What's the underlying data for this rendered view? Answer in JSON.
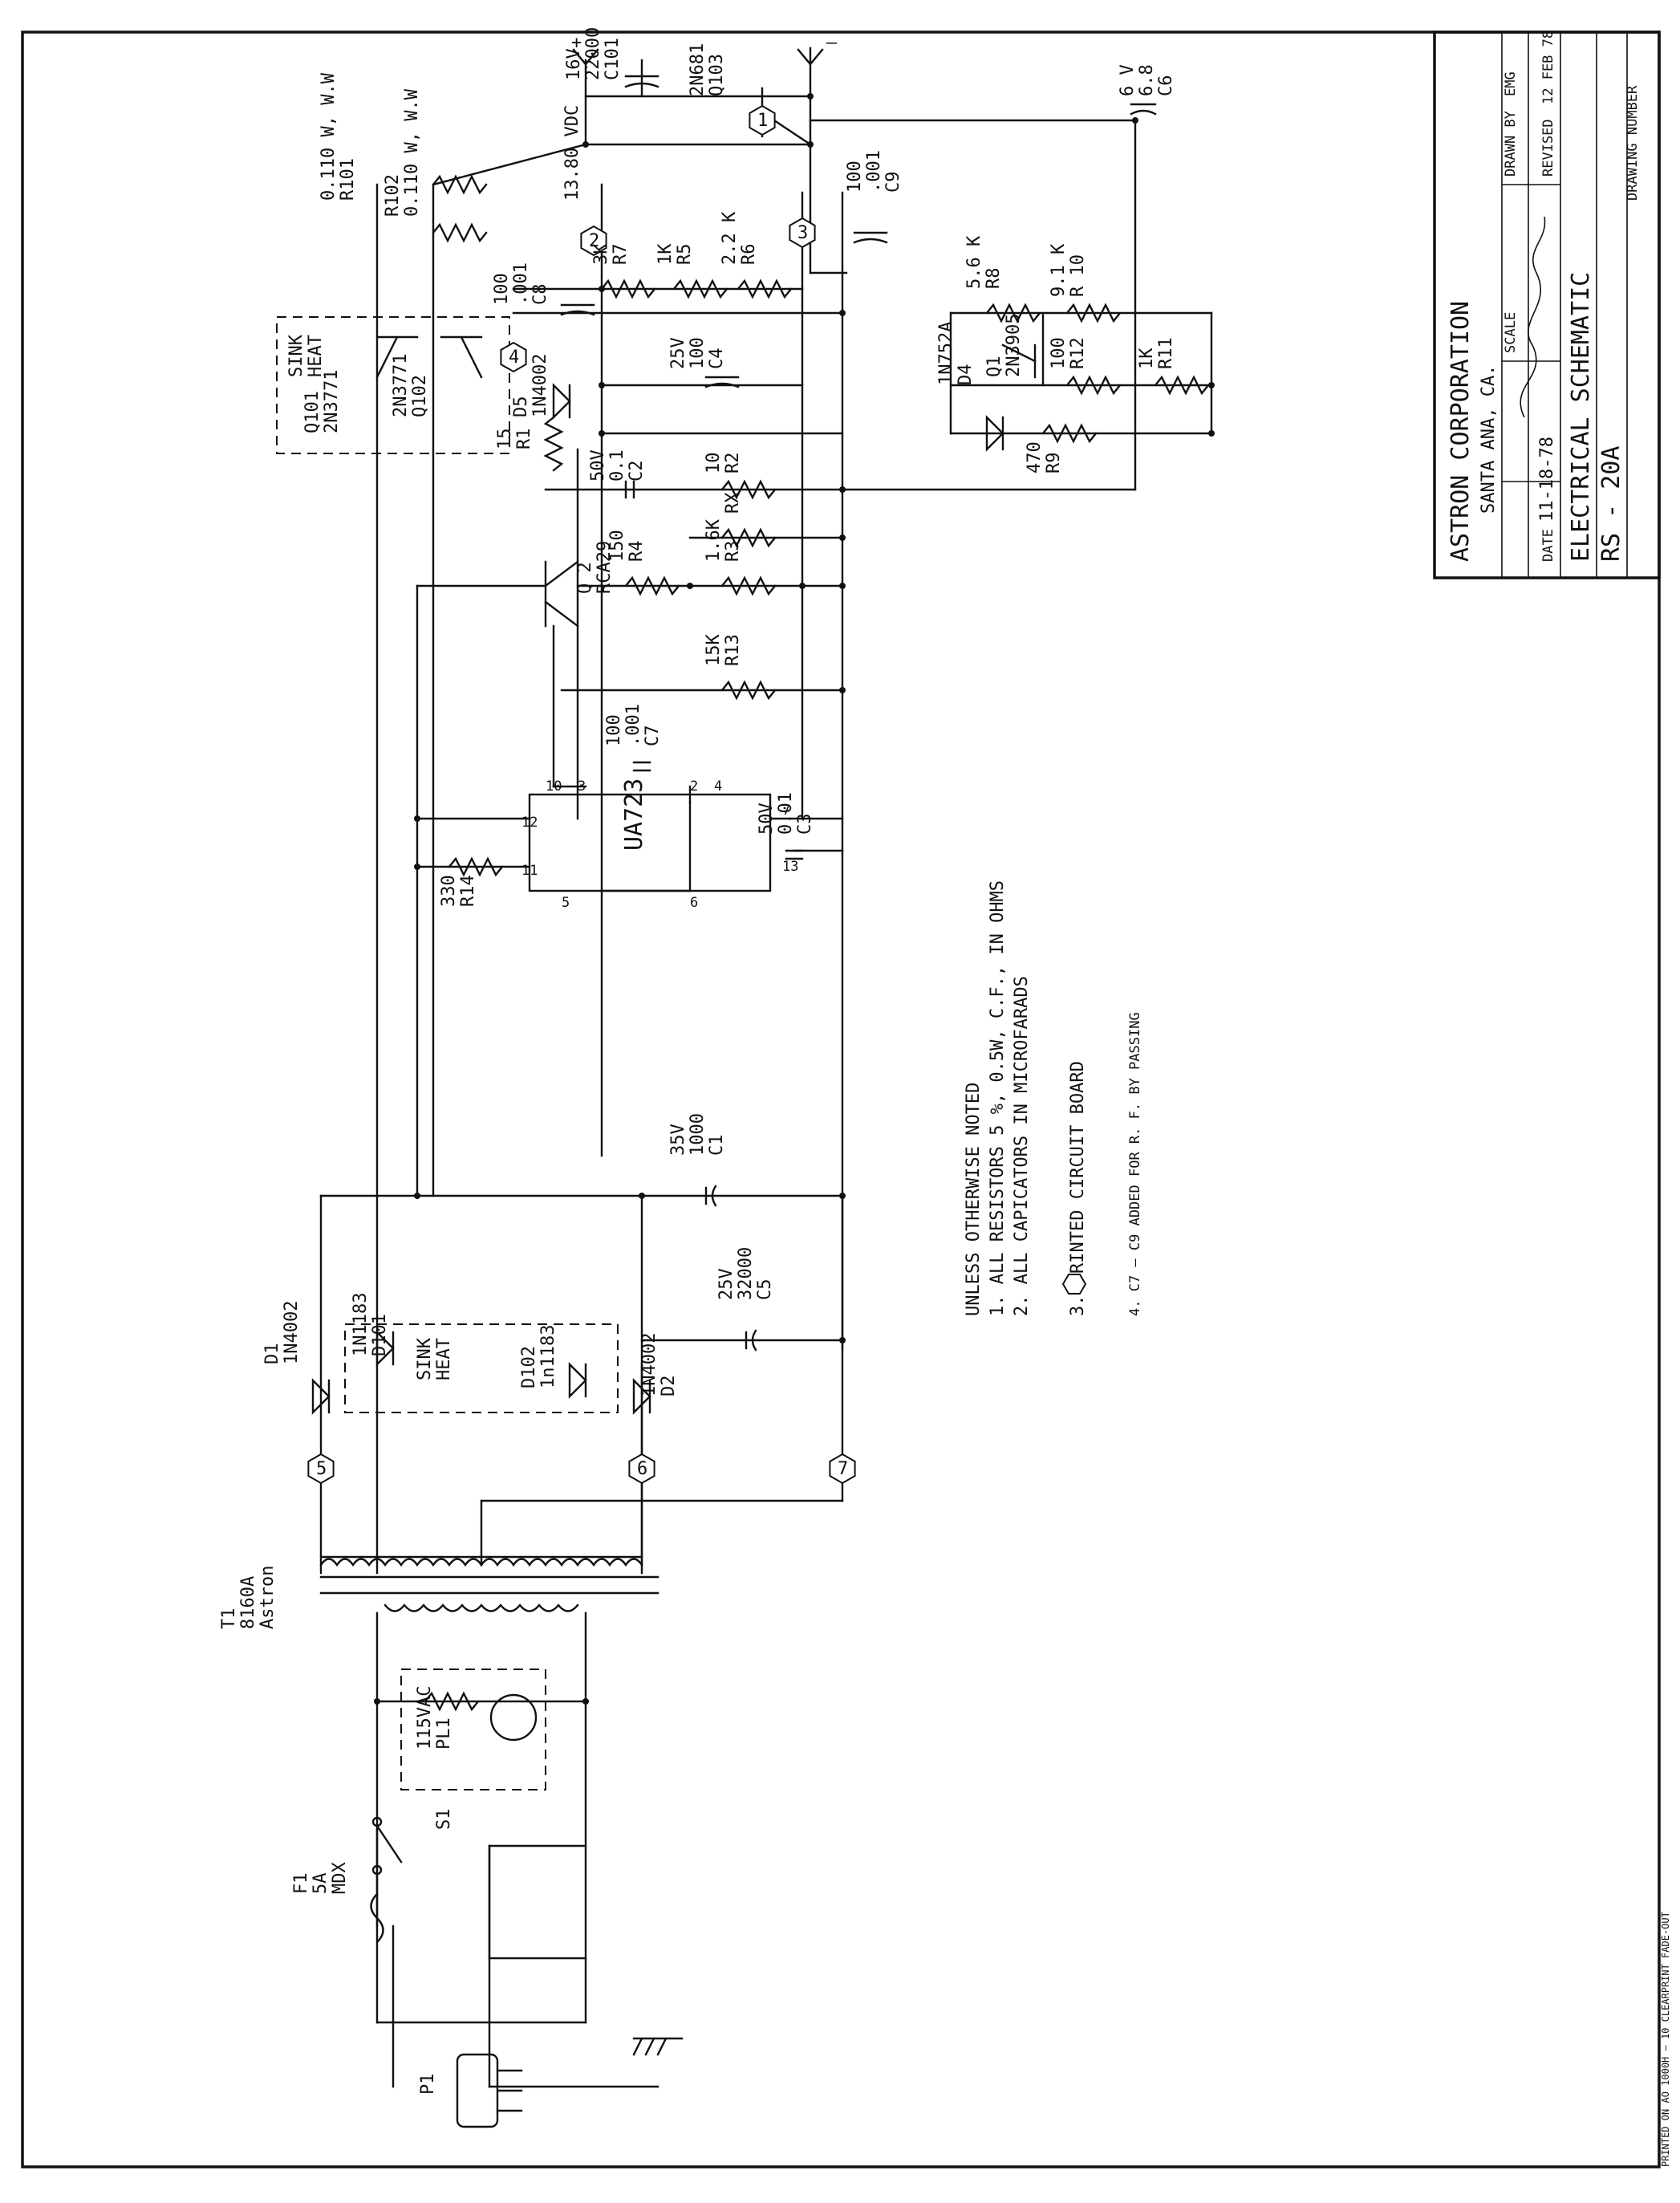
{
  "title_block": {
    "company": "ASTRON CORPORATION",
    "location": "SANTA ANA, CA.",
    "title": "ELECTRICAL SCHEMATIC",
    "drawing_no": "RS - 20A",
    "drawn_by_label": "DRAWN BY",
    "drawn_by": "EMG",
    "revised_label": "REVISED",
    "revised": "12 FEB 78",
    "scale_label": "SCALE",
    "date_label": "DATE",
    "date": "11-18-78",
    "drawing_number_label": "DRAWING NUMBER"
  },
  "notes": {
    "header": "UNLESS OTHERWISE NOTED",
    "n1": "1. ALL RESISTORS 5 %, 0.5W, C.F., IN OHMS",
    "n2": "2. ALL CAPICATORS IN MICROFARADS",
    "n3": "3.     PRINTED CIRCUIT BOARD",
    "n4": "4.  C7 — C9  ADDED FOR R. F.  BY PASSING"
  },
  "output": {
    "voltage": "13.80 VDC",
    "plus": "+",
    "minus": "—"
  },
  "components": {
    "c101": [
      "C101",
      "22000",
      "16V"
    ],
    "c6": [
      "C6",
      "6.8",
      "6 V"
    ],
    "q103": [
      "Q103",
      "2N681"
    ],
    "c9": [
      "C9",
      ".001",
      "100"
    ],
    "r101": [
      "R101",
      "0.110 W, W.W"
    ],
    "r102": [
      "0.110 W, W.W",
      "R102"
    ],
    "heatsink_a": [
      "HEAT",
      "SINK"
    ],
    "q101": [
      "2N3771",
      "Q101"
    ],
    "q102": [
      "Q102",
      "2N3771"
    ],
    "c8": [
      "C8",
      ".001",
      "100"
    ],
    "r7": [
      "R7",
      "3K"
    ],
    "r5": [
      "R5",
      "1K"
    ],
    "r6": [
      "R6",
      "2.2 K"
    ],
    "r8": [
      "R8",
      "5.6 K"
    ],
    "r10": [
      "R 10",
      "9.1 K"
    ],
    "d4": [
      "D4",
      "1N752A"
    ],
    "q1": [
      "2N3905",
      "Q1"
    ],
    "r12": [
      "R12",
      "100"
    ],
    "r11": [
      "R11",
      "1K"
    ],
    "r9": [
      "R9",
      "470"
    ],
    "c4": [
      "C4",
      "100",
      "25V"
    ],
    "d5": [
      "1N4002",
      "D5"
    ],
    "r1": [
      "R1",
      "15"
    ],
    "c2": [
      "C2",
      "0.1",
      "50V"
    ],
    "r2": [
      "R2",
      "10"
    ],
    "rx": [
      "RX"
    ],
    "q2": [
      "RCA29",
      "Q 2"
    ],
    "r4": [
      "R4",
      "150"
    ],
    "r3": [
      "R3",
      "1.6K"
    ],
    "r13": [
      "R13",
      "15K"
    ],
    "c7": [
      "C7",
      ".001",
      "100"
    ],
    "ua723": [
      "UA723"
    ],
    "r14": [
      "R14",
      "330"
    ],
    "c3": [
      "C3",
      "0.01",
      "50V"
    ],
    "c1": [
      "C1",
      "1000",
      "35V"
    ],
    "c5": [
      "C5",
      "32000",
      "25V"
    ],
    "d1": [
      "1N4002",
      "D1"
    ],
    "d2": [
      "D2",
      "1N4002"
    ],
    "d101": [
      "D101",
      "1N1183"
    ],
    "d102": [
      "1n1183",
      "D102"
    ],
    "heatsink_b": [
      "HEAT",
      "SINK"
    ],
    "t1": [
      "Astron",
      "8160A",
      "T1"
    ],
    "pl1": [
      "PL1",
      "115VAC"
    ],
    "s1": [
      "S1"
    ],
    "f1": [
      "MDX",
      "5A",
      "F1"
    ],
    "p1": [
      "P1"
    ]
  },
  "pins": {
    "p10": "10",
    "p3": "3",
    "p2": "2",
    "p4": "4",
    "p12": "12",
    "p11": "11",
    "p5": "5",
    "p6": "6",
    "p13": "13",
    "p7": "7"
  },
  "nodes": [
    "1",
    "2",
    "3",
    "4",
    "5",
    "6",
    "7"
  ],
  "footer": "PRINTED ON AO 1000H — 10 CLEARPRINT FADE-OUT",
  "form_no": "1000H"
}
